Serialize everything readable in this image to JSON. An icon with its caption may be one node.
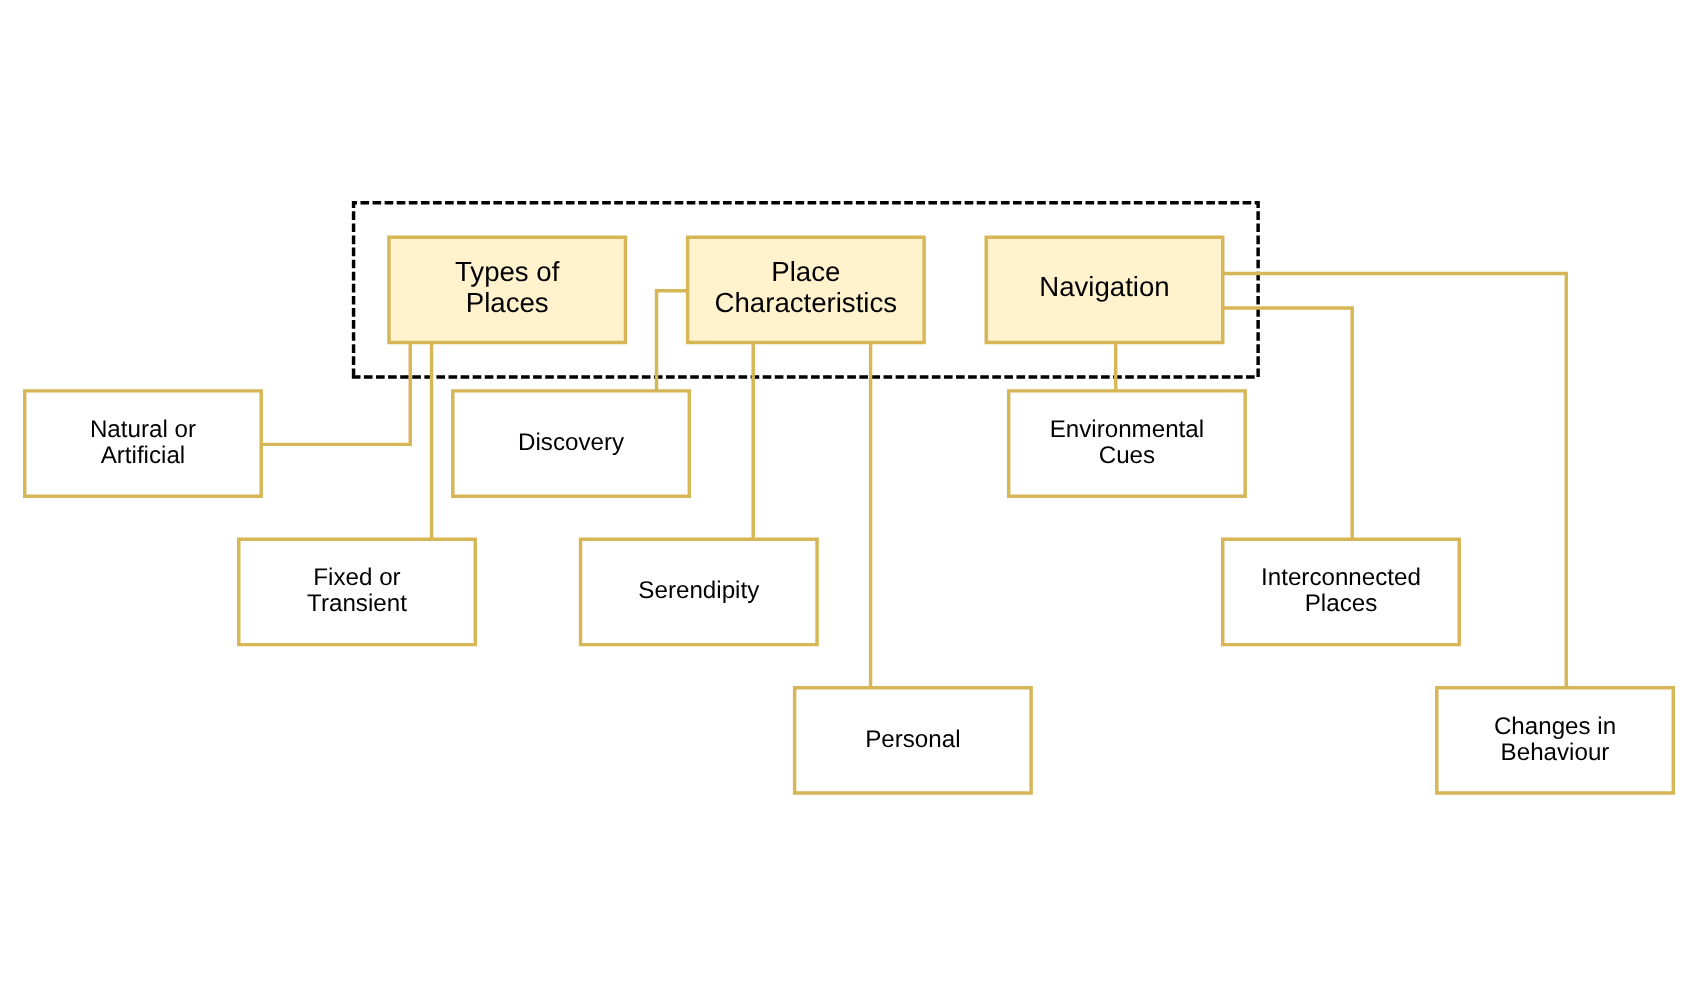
{
  "diagram": {
    "nodes": [
      {
        "text": [],
        "shape": "box"
      },
      {
        "text": [
          "Types of Places"
        ],
        "in": 0
      },
      {
        "text": [
          "Place Characteristics"
        ],
        "in": 0
      },
      {
        "text": [
          "Navigation"
        ],
        "in": 0
      },
      {
        "text": [
          "Natural or Artificial"
        ]
      },
      {
        "text": [
          "Fixed or Transient"
        ]
      },
      {
        "text": [
          "Discovery"
        ]
      },
      {
        "text": [
          "Serendipity"
        ]
      },
      {
        "text": [
          "Personal"
        ]
      },
      {
        "text": [
          "Environmental Cues"
        ]
      },
      {
        "text": [
          "Interconnected Places"
        ]
      },
      {
        "text": [
          "Changes in Behaviour"
        ]
      }
    ],
    "edges": [
      {
        "from": 1,
        "to": 4,
        "arrow": "none"
      },
      {
        "from": 1,
        "to": 5,
        "arrow": "none"
      },
      {
        "from": 2,
        "to": 6,
        "arrow": "none"
      },
      {
        "from": 2,
        "to": 7,
        "arrow": "none"
      },
      {
        "from": 2,
        "to": 8,
        "arrow": "none"
      },
      {
        "from": 3,
        "to": 9,
        "arrow": "none"
      },
      {
        "from": 3,
        "to": 10,
        "arrow": "none"
      },
      {
        "from": 3,
        "to": 11,
        "arrow": "none"
      }
    ]
  }
}
